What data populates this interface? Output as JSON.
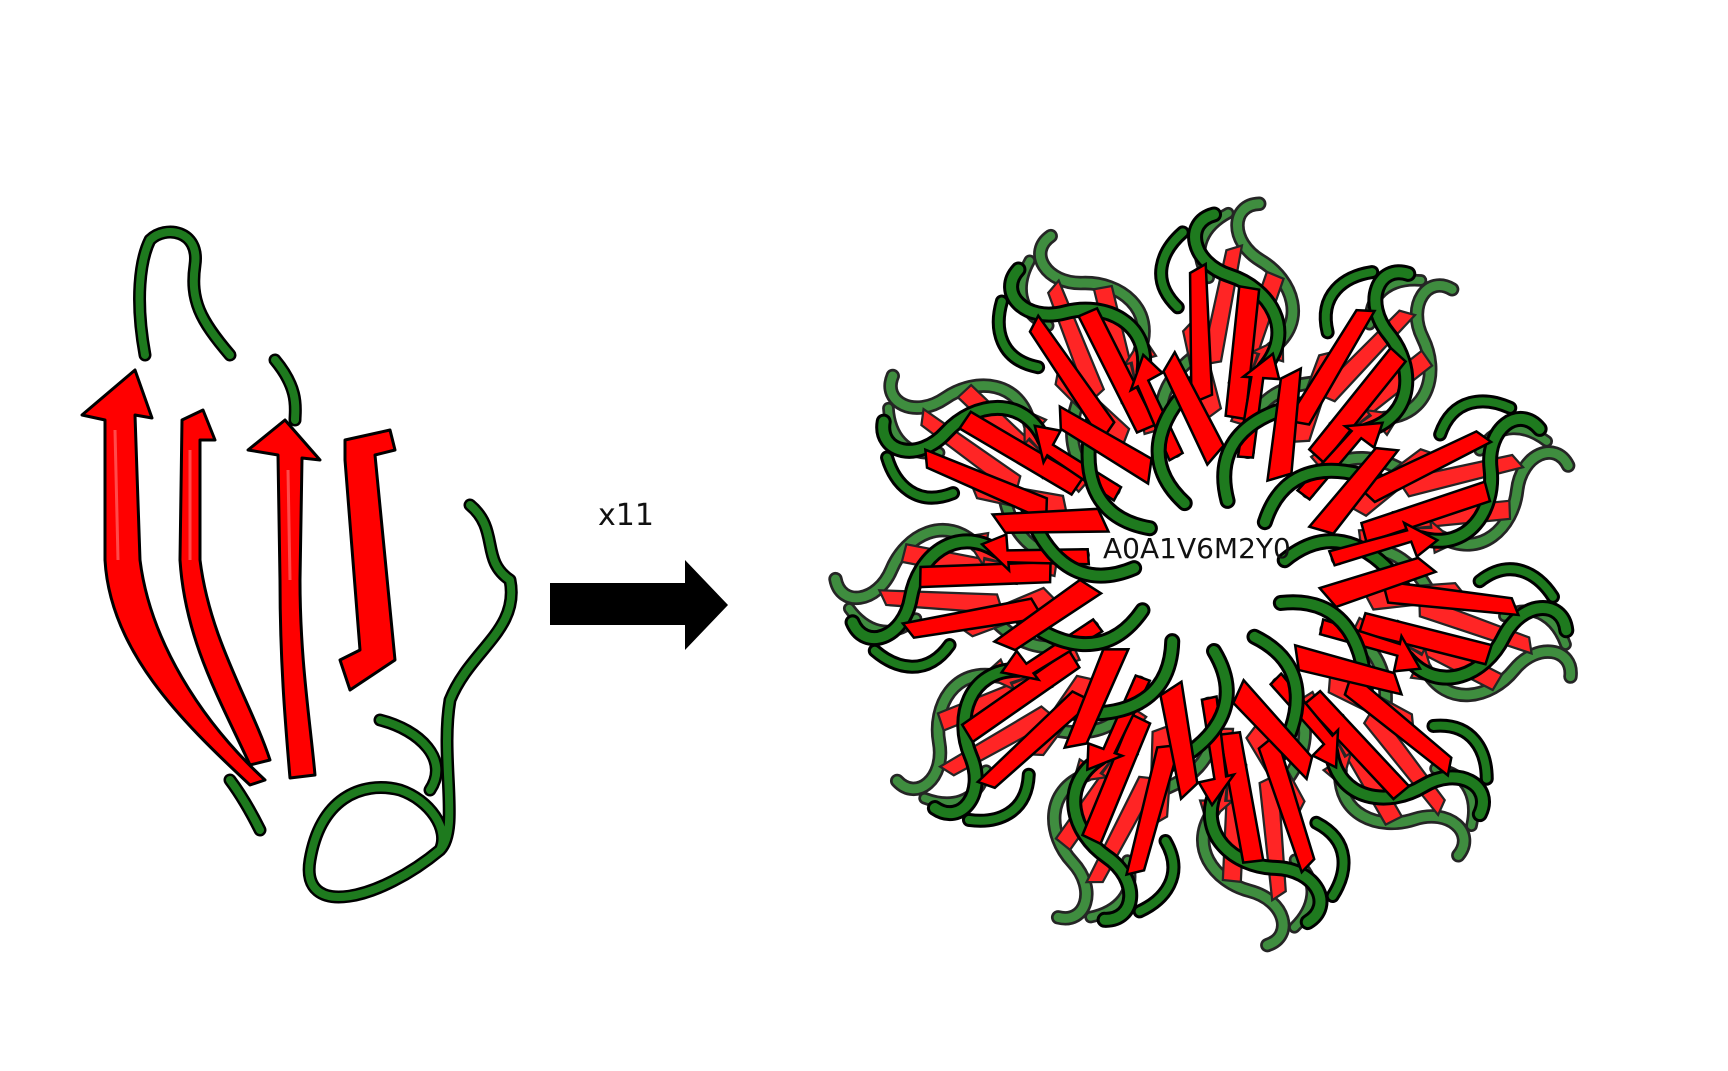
{
  "multiplier_label": "x11",
  "protein_id": "A0A1V6M2Y0",
  "colors": {
    "strand": "#ff0000",
    "loop": "#1e7a1e",
    "outline": "#000000",
    "arrow": "#000000"
  },
  "assembly": {
    "subunits": 11
  }
}
